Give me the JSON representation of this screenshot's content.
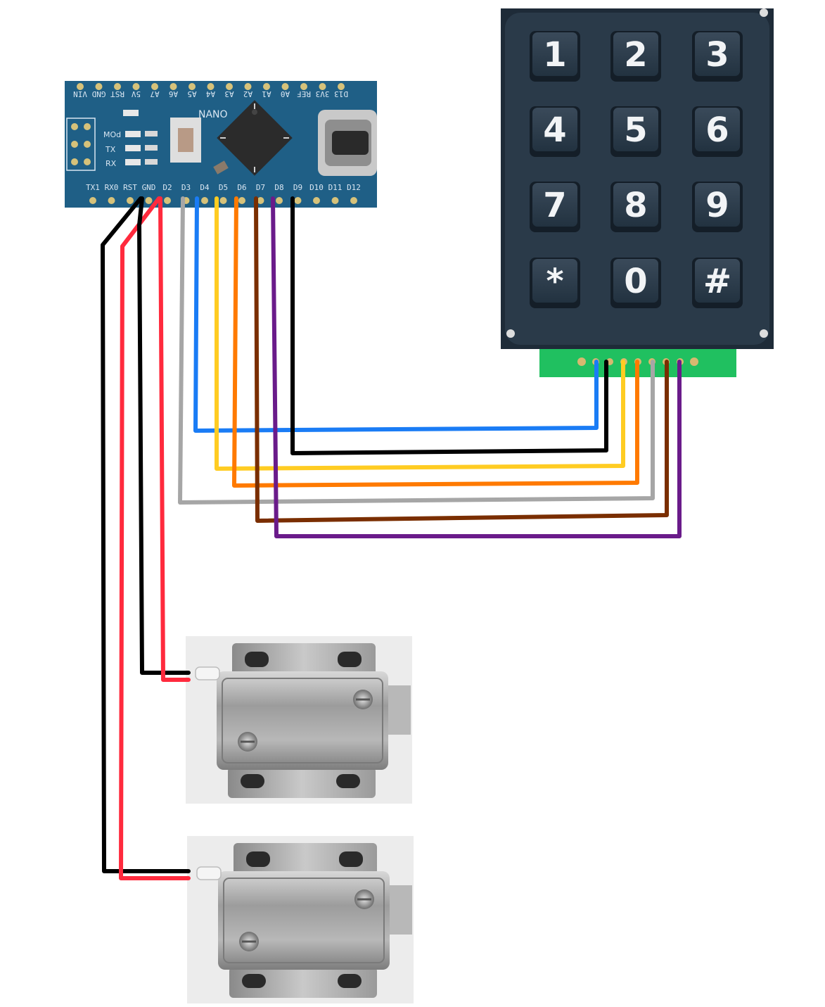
{
  "arduino": {
    "board_label": "NANO",
    "silk_labels": [
      "MOd",
      "TX",
      "RX"
    ],
    "top_pins": [
      "VIN",
      "GND",
      "RST",
      "5V",
      "A7",
      "A6",
      "A5",
      "A4",
      "A3",
      "A2",
      "A1",
      "A0",
      "REF",
      "3V3",
      "D13"
    ],
    "bottom_pins": [
      "TX1",
      "RX0",
      "RST",
      "GND",
      "D2",
      "D3",
      "D4",
      "D5",
      "D6",
      "D7",
      "D8",
      "D9",
      "D10",
      "D11",
      "D12"
    ]
  },
  "keypad": {
    "keys": [
      "1",
      "2",
      "3",
      "4",
      "5",
      "6",
      "7",
      "8",
      "9",
      "*",
      "0",
      "#"
    ]
  },
  "colors": {
    "board_blue": "#1f5f86",
    "keypad_body": "#1e2b38",
    "keypad_pcb": "#20c060",
    "wire_black": "#000000",
    "wire_red": "#ff2a3d",
    "wire_gray": "#a6a6a6",
    "wire_blue": "#1a7cf5",
    "wire_yellow": "#ffcc22",
    "wire_orange": "#ff7a00",
    "wire_brown": "#7a2e00",
    "wire_purple": "#6a1b8a",
    "lock_metal": "#a9a9a9"
  }
}
